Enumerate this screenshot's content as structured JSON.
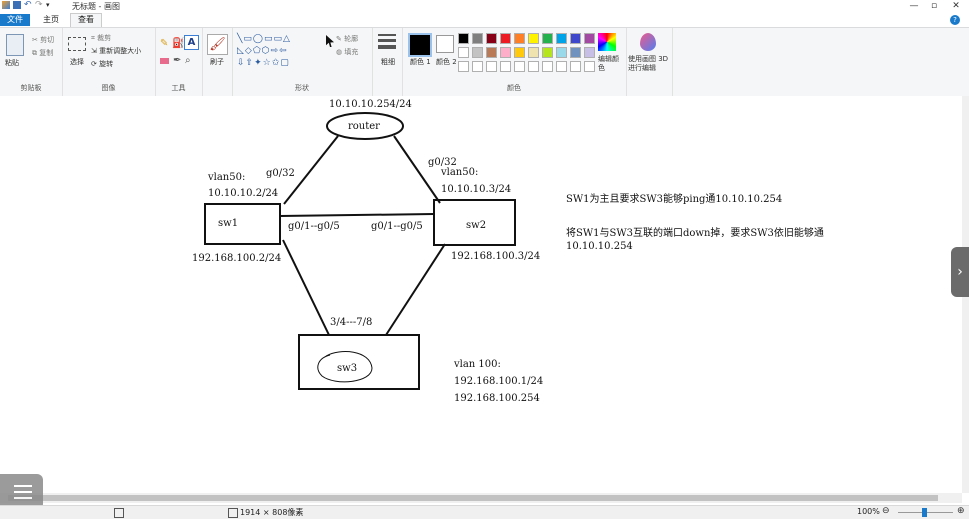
{
  "window": {
    "title": "无标题 - 画图"
  },
  "tabs": {
    "file": "文件",
    "home": "主页",
    "view": "查看"
  },
  "ribbon": {
    "clipboard": {
      "paste": "粘贴",
      "cut": "剪切",
      "copy": "复制",
      "label": "剪贴板"
    },
    "image": {
      "select": "选择",
      "crop": "裁剪",
      "resize": "重新调整大小",
      "rotate": "旋转",
      "label": "图像"
    },
    "tools": {
      "label": "工具"
    },
    "brushes": {
      "label": "刷子"
    },
    "shapes": {
      "outline": "轮廓",
      "fill": "填充",
      "label": "形状"
    },
    "size": {
      "label": "粗细"
    },
    "colors": {
      "color1": "颜色 1",
      "color2": "颜色 2",
      "edit": "编辑颜色",
      "label": "颜色",
      "palette": [
        "#000000",
        "#7f7f7f",
        "#880015",
        "#ed1c24",
        "#ff7f27",
        "#fff200",
        "#22b14c",
        "#00a2e8",
        "#3f48cc",
        "#a349a4",
        "#ffffff",
        "#c3c3c3",
        "#b97a57",
        "#ffaec9",
        "#ffc90e",
        "#efe4b0",
        "#b5e61d",
        "#99d9ea",
        "#7092be",
        "#c8bfe7"
      ]
    },
    "paint3d": {
      "label": "使用画图 3D 进行编辑"
    }
  },
  "diagram": {
    "router_ip": "10.10.10.254/24",
    "router": "router",
    "sw1_port_up": "g0/32",
    "sw1_vlan": "vlan50:",
    "sw1_ip": "10.10.10.2/24",
    "sw1": "sw1",
    "sw2_port_up": "g0/32",
    "sw2_vlan": "vlan50:",
    "sw2_ip": "10.10.10.3/24",
    "sw2": "sw2",
    "link_left": "g0/1--g0/5",
    "link_right": "g0/1--g0/5",
    "sw1_ip2": "192.168.100.2/24",
    "sw2_ip2": "192.168.100.3/24",
    "sw3_ports": "3/4---7/8",
    "sw3": "sw3",
    "sw3_vlan": "vlan 100:",
    "sw3_ip": "192.168.100.1/24",
    "sw3_ip2": "192.168.100.254",
    "note1": "SW1为主且要求SW3能够ping通10.10.10.254",
    "note2": "将SW1与SW3互联的端口down掉，要求SW3依旧能够通",
    "note3": "10.10.10.254"
  },
  "status": {
    "size": "1914 × 808像素",
    "zoom": "100%"
  }
}
